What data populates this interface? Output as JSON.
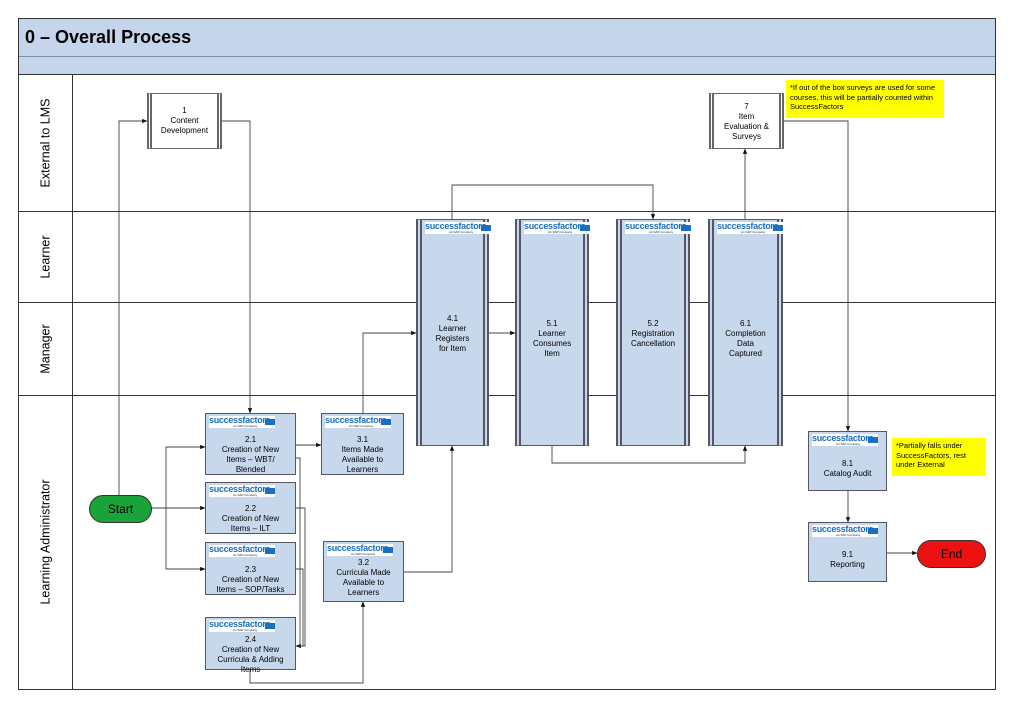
{
  "title": "0 – Overall Process",
  "lanes": [
    {
      "label": "External to LMS"
    },
    {
      "label": "Learner"
    },
    {
      "label": "Manager"
    },
    {
      "label": "Learning Administrator"
    }
  ],
  "logo": {
    "brand": "successfactors",
    "tagline": "An SAP Company"
  },
  "steps": {
    "s1": {
      "num": "1",
      "text": "Content Development"
    },
    "s7": {
      "num": "7",
      "text": "Item Evaluation & Surveys"
    },
    "s2_1": {
      "num": "2.1",
      "text": "Creation of New Items – WBT/ Blended"
    },
    "s2_2": {
      "num": "2.2",
      "text": "Creation of New Items – ILT"
    },
    "s2_3": {
      "num": "2.3",
      "text": "Creation of New Items – SOP/Tasks"
    },
    "s2_4": {
      "num": "2.4",
      "text": "Creation of New Curricula & Adding Items"
    },
    "s3_1": {
      "num": "3.1",
      "text": "Items Made Available to Learners"
    },
    "s3_2": {
      "num": "3.2",
      "text": "Curricula Made Available to Learners"
    },
    "s4_1": {
      "num": "4.1",
      "text": "Learner Registers for Item"
    },
    "s5_1": {
      "num": "5.1",
      "text": "Learner Consumes Item"
    },
    "s5_2": {
      "num": "5.2",
      "text": "Registration Cancellation"
    },
    "s6_1": {
      "num": "6.1",
      "text": "Completion Data Captured"
    },
    "s8_1": {
      "num": "8.1",
      "text": "Catalog Audit"
    },
    "s9_1": {
      "num": "9.1",
      "text": "Reporting"
    }
  },
  "start": {
    "label": "Start",
    "color": "#1aa33a"
  },
  "end": {
    "label": "End",
    "color": "#ee1111"
  },
  "notes": {
    "surveys": "*If out of the box surveys are used for some courses, this will be partially counted within SuccessFactors",
    "catalog": "*Partially falls under SuccessFactors, rest under External"
  },
  "colors": {
    "title_bar": "#c5d6ec",
    "sf_box": "#c8d8ec",
    "note": "#ffff00",
    "brand": "#1a6fc0"
  }
}
